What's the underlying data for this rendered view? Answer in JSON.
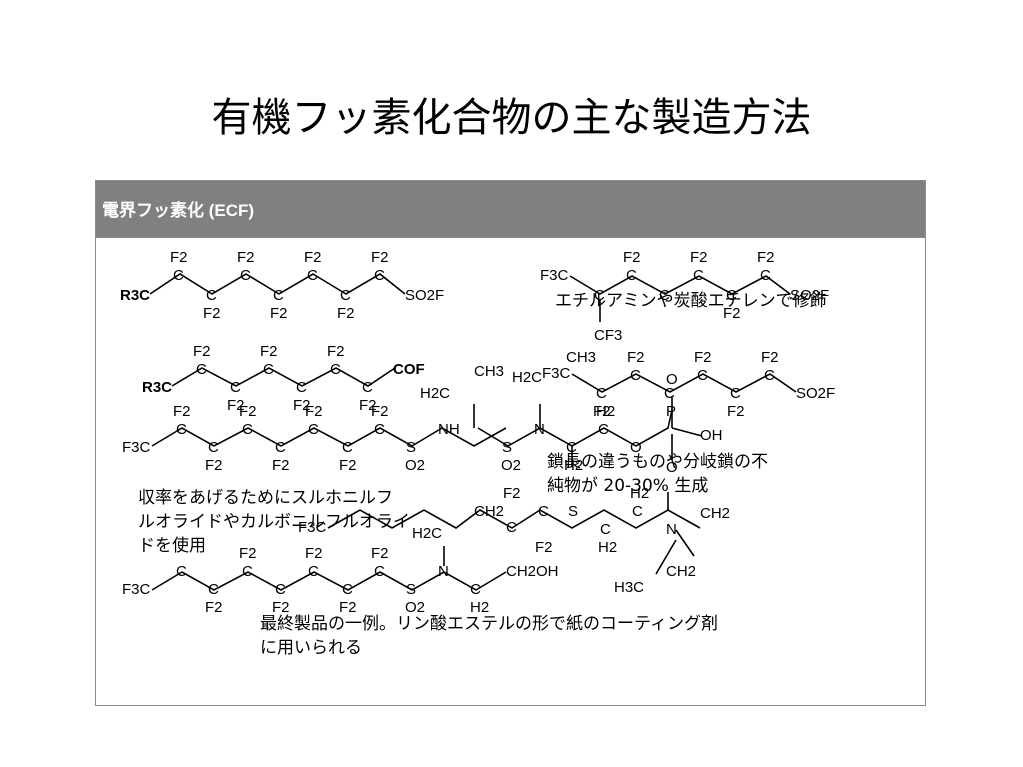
{
  "slide": {
    "title": "有機フッ素化合物の主な製造方法"
  },
  "panel": {
    "header": "電界フッ素化 (ECF)"
  },
  "captions": {
    "ethylene_modification": "エチルアミンや炭酸エチレンで修飾",
    "impurities_line1": "鎖長の違うものや分岐鎖の不",
    "impurities_line2": "純物が 20-30% 生成",
    "yield_line1": "収率をあげるためにスルホニルフ",
    "yield_line2": "ルオライドやカルボニルフルオライ",
    "yield_line3": "ドを使用",
    "final_line1": "最終製品の一例。リン酸エステルの形で紙のコーティング剤",
    "final_line2": "に用いられる"
  },
  "atoms": {
    "f2": "F2",
    "f3c": "F3C",
    "cf3": "CF3",
    "r3c": "R3C",
    "so2f": "SO2F",
    "cof": "COF",
    "c": "C",
    "n": "N",
    "s": "S",
    "o": "O",
    "p": "P",
    "oh": "OH",
    "nh": "NH",
    "ch3": "CH3",
    "ch2": "CH2",
    "h2c": "H2C",
    "h2": "H2",
    "h3c": "H3C",
    "o2": "O2",
    "ch2oh": "CH2OH"
  }
}
